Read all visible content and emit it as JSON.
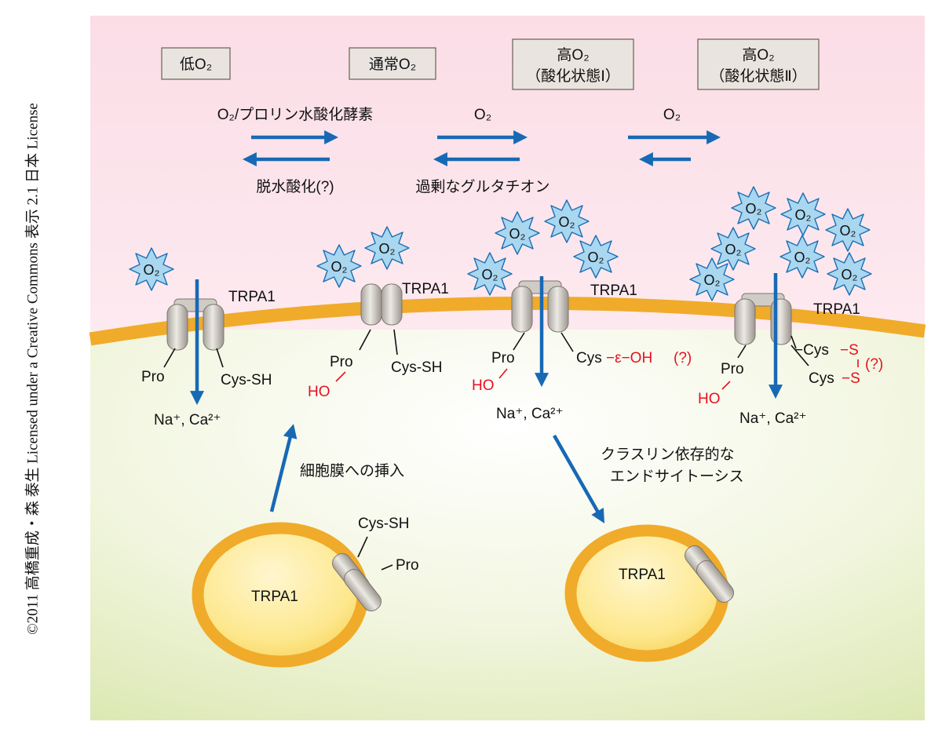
{
  "credit": "©2011 高橋重成・森 泰生 Licensed under a Creative Commons 表示 2.1 日本 License",
  "states": {
    "low": "低O₂",
    "normal": "通常O₂",
    "high1": [
      "高O₂",
      "（酸化状態Ⅰ）"
    ],
    "high2": [
      "高O₂",
      "（酸化状態Ⅱ）"
    ]
  },
  "reactions": {
    "forward1": "O₂/プロリン水酸化酵素",
    "reverse1": "脱水酸化(?)",
    "forward2": "O₂",
    "reverse2": "過剰なグルタチオン",
    "forward3": "O₂"
  },
  "o2_label": "O₂",
  "channel_label": "TRPA1",
  "residues": {
    "pro": "Pro",
    "ho": "HO",
    "cys_sh": "Cys-SH",
    "cys": "Cys",
    "sulfenic": "−ε−OH",
    "question": "(?)",
    "cys_dash": "−Cys",
    "cys_s": "−S",
    "s": "S"
  },
  "ions": "Na⁺, Ca²⁺",
  "processes": {
    "insertion": "細胞膜への挿入",
    "endocytosis": [
      "クラスリン依存的な",
      "エンドサイトーシス"
    ]
  },
  "colors": {
    "top_bg": "#fbe3ea",
    "bottom_bg": "#e6efc6",
    "membrane": "#f0ab2a",
    "arrow": "#1769b5",
    "o2_burst": "#a9d7f0",
    "protein": "#d4d1cc",
    "red_text": "#e8101e"
  }
}
